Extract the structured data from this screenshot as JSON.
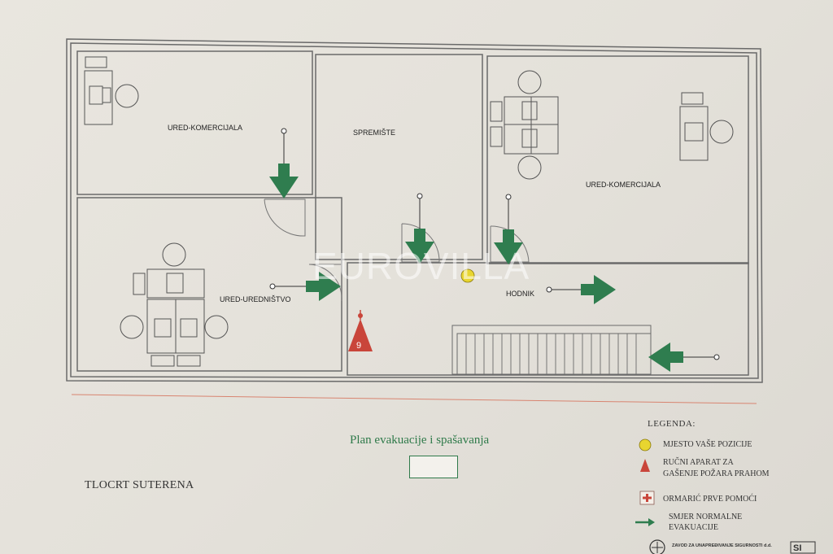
{
  "rooms": {
    "ured_komercijala_left": "URED-KOMERCIJALA",
    "spremiste": "SPREMIŠTE",
    "ured_komercijala_right": "URED-KOMERCIJALA",
    "ured_urednistvo": "URED-UREDNIŠTVO",
    "hodnik": "HODNIK"
  },
  "extinguisher_number": "9",
  "watermark": "EUROVILLA",
  "plan_title": "Plan evakuacije i spašavanja",
  "floor_title": "TLOCRT SUTERENA",
  "legend": {
    "title": "LEGENDA:",
    "position": "MJESTO VAŠE POZICIJE",
    "extinguisher_line1": "RUČNI APARAT ZA",
    "extinguisher_line2": "GAŠENJE POŽARA PRAHOM",
    "first_aid": "ORMARIĆ PRVE POMOĆI",
    "evac_line1": "SMJER NORMALNE",
    "evac_line2": "EVAKUACIJE"
  },
  "footer": {
    "institute": "ZAVOD ZA UNAPREĐIVANJE SIGURNOSTI d.d.",
    "logo": "SI"
  },
  "colors": {
    "arrow_green": "#2f7d4f",
    "position_yellow": "#e8d530",
    "extinguisher_red": "#c9453a",
    "wall": "#6a6a6a"
  }
}
